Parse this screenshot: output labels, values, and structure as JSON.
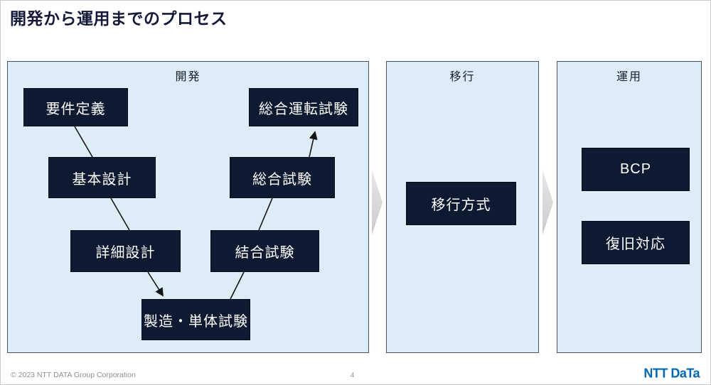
{
  "slide": {
    "title": "開発から運用までのプロセス",
    "footer": {
      "copyright": "© 2023 NTT DATA Group Corporation",
      "page_number": "4",
      "logo_text": "NTT DaTa"
    }
  },
  "colors": {
    "panel_bg": "#dcedf8",
    "panel_border": "#47525e",
    "box_bg": "#0e1a31",
    "box_text": "#ffffff",
    "title_text": "#14193a",
    "header_text": "#1a1d29",
    "chevron_fill": "#d8d8d8",
    "connector": "#141414",
    "footer_text": "#8f8f8f",
    "logo_blue": "#0067b5"
  },
  "panels": [
    {
      "id": "development",
      "label": "開発",
      "boxes": [
        {
          "label": "要件定義"
        },
        {
          "label": "基本設計"
        },
        {
          "label": "詳細設計"
        },
        {
          "label": "製造・単体試験"
        },
        {
          "label": "結合試験"
        },
        {
          "label": "総合試験"
        },
        {
          "label": "総合運転試験"
        }
      ]
    },
    {
      "id": "migration",
      "label": "移行",
      "boxes": [
        {
          "label": "移行方式"
        }
      ]
    },
    {
      "id": "operation",
      "label": "運用",
      "boxes": [
        {
          "label": "BCP"
        },
        {
          "label": "復旧対応"
        }
      ]
    }
  ],
  "connections": [
    {
      "from": "要件定義",
      "to": "基本設計",
      "arrow": false
    },
    {
      "from": "基本設計",
      "to": "詳細設計",
      "arrow": false
    },
    {
      "from": "詳細設計",
      "to": "製造・単体試験",
      "arrow": true
    },
    {
      "from": "製造・単体試験",
      "to": "結合試験",
      "arrow": false
    },
    {
      "from": "結合試験",
      "to": "総合試験",
      "arrow": false
    },
    {
      "from": "総合試験",
      "to": "総合運転試験",
      "arrow": true
    }
  ]
}
